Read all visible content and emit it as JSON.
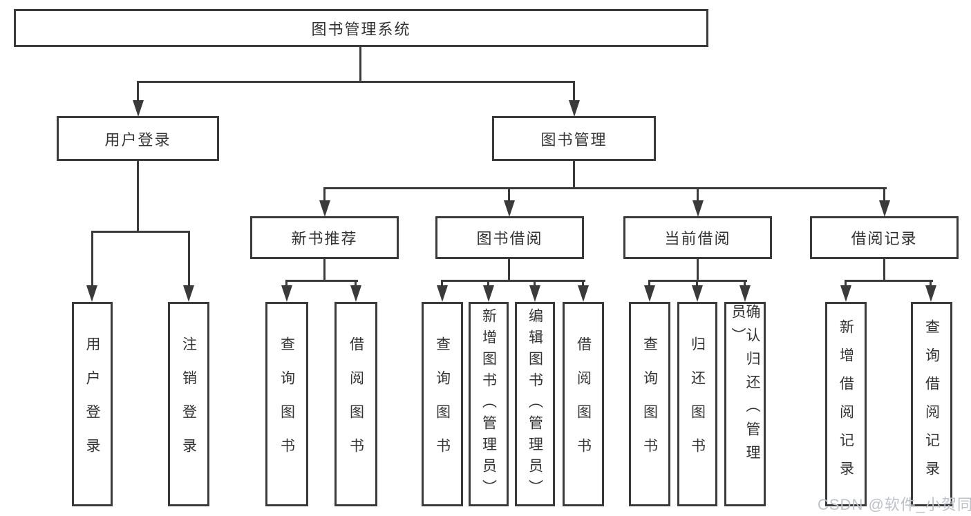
{
  "diagram_title": "图书管理系统",
  "colors": {
    "line": "#3a3a3a",
    "text": "#333333",
    "background": "#ffffff",
    "watermark": "#bdc1c8"
  },
  "nodes": {
    "root": {
      "label": "图书管理系统"
    },
    "l2a": {
      "label": "用户登录"
    },
    "l2b": {
      "label": "图书管理"
    },
    "l3a": {
      "label": "新书推荐"
    },
    "l3b": {
      "label": "图书借阅"
    },
    "l3c": {
      "label": "当前借阅"
    },
    "l3d": {
      "label": "借阅记录"
    },
    "leaf1": {
      "label": "用户登录"
    },
    "leaf2": {
      "label": "注销登录"
    },
    "leaf3": {
      "label": "查询图书"
    },
    "leaf4": {
      "label": "借阅图书"
    },
    "leaf5": {
      "label": "查询图书"
    },
    "leaf6": {
      "label": "新增图书（管理员）"
    },
    "leaf7": {
      "label": "编辑图书（管理员）"
    },
    "leaf8": {
      "label": "借阅图书"
    },
    "leaf9": {
      "label": "查询图书"
    },
    "leaf10": {
      "label": "归还图书"
    },
    "leaf11": {
      "label": "确认归还（管理员）"
    },
    "leaf12": {
      "label": "新增借阅记录"
    },
    "leaf13": {
      "label": "查询借阅记录"
    }
  },
  "hierarchy": {
    "图书管理系统": [
      "用户登录",
      "图书管理"
    ],
    "用户登录": [
      "用户登录",
      "注销登录"
    ],
    "图书管理": [
      "新书推荐",
      "图书借阅",
      "当前借阅",
      "借阅记录"
    ],
    "新书推荐": [
      "查询图书",
      "借阅图书"
    ],
    "图书借阅": [
      "查询图书",
      "新增图书（管理员）",
      "编辑图书（管理员）",
      "借阅图书"
    ],
    "当前借阅": [
      "查询图书",
      "归还图书",
      "确认归还（管理员）"
    ],
    "借阅记录": [
      "新增借阅记录",
      "查询借阅记录"
    ]
  },
  "watermark": {
    "text": "CSDN @软件_小贺同学"
  }
}
